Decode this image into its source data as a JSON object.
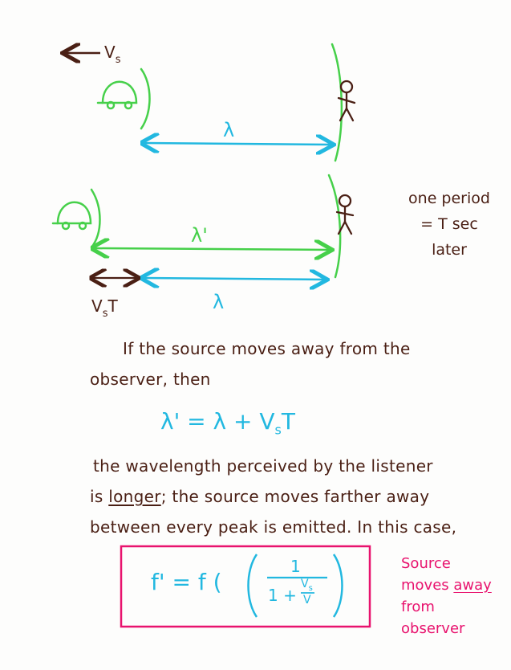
{
  "top": {
    "velocity_label": "V",
    "velocity_sub": "s",
    "wavelength_label": "λ"
  },
  "middle": {
    "shifted_wavelength_label": "λ'",
    "wavelength_label": "λ",
    "vsT_main": "V",
    "vsT_sub": "s",
    "vsT_end": "T",
    "note_line1": "one period",
    "note_line2": "= T sec",
    "note_line3": "later"
  },
  "text": {
    "para1_line1": "If the source moves away from the",
    "para1_line2": "observer, then",
    "eq1_left": "λ' = λ + V",
    "eq1_sub": "s",
    "eq1_end": "T",
    "para2_line1": "the wavelength perceived by the listener",
    "para2_line2_pre": "is ",
    "para2_line2_u": "longer",
    "para2_line2_post": "; the source moves farther away",
    "para2_line3": "between every peak is emitted. In this case,"
  },
  "formula": {
    "lhs": "f' = f (",
    "numerator": "1",
    "denom_pre": "1 +",
    "frac_num": "V",
    "frac_num_sub": "s",
    "frac_den": "V",
    "close": ")"
  },
  "side_note": {
    "line1": "Source",
    "line2_pre": "moves ",
    "line2_u": "away",
    "line3": "from",
    "line4": "observer"
  },
  "colors": {
    "ink": "#4a1f14",
    "cyan": "#22b8e0",
    "green": "#46d04a",
    "pink": "#e8136e"
  }
}
